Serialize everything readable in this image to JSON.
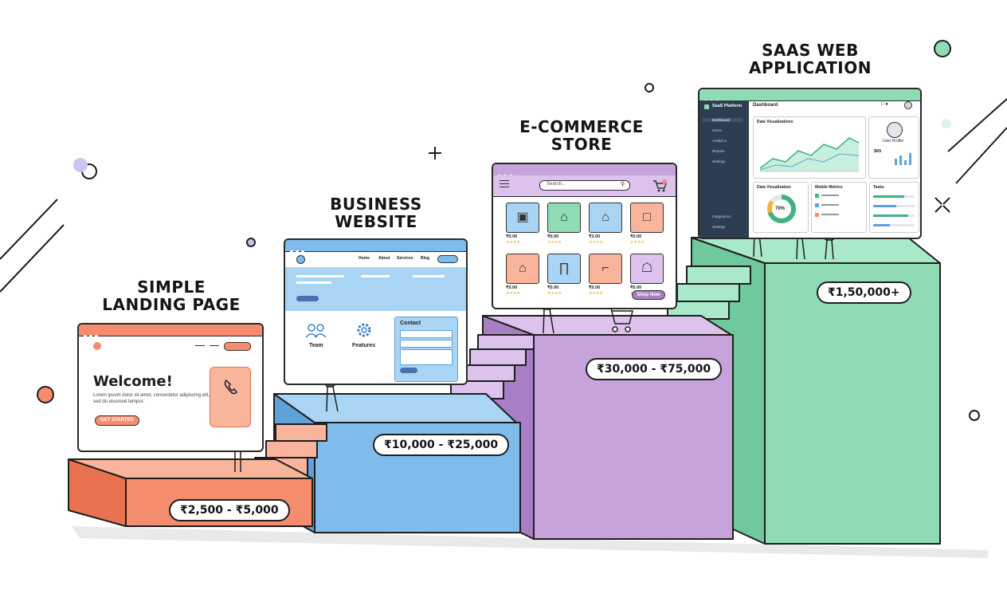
{
  "steps": [
    {
      "title_line1": "SIMPLE",
      "title_line2": "LANDING PAGE",
      "price": "₹2,500 - ₹5,000",
      "color": "#f58c6e"
    },
    {
      "title_line1": "BUSINESS",
      "title_line2": "WEBSITE",
      "price": "₹10,000 - ₹25,000",
      "color": "#7fbcec"
    },
    {
      "title_line1": "E-COMMERCE",
      "title_line2": "STORE",
      "price": "₹30,000 - ₹75,000",
      "color": "#c7a3dc"
    },
    {
      "title_line1": "SAAS WEB",
      "title_line2": "APPLICATION",
      "price": "₹1,50,000+",
      "color": "#8edbb4"
    }
  ],
  "landing": {
    "heading": "Welcome!",
    "body": "Lorem ipsum dolor sit amet, consectetur adipiscing elit, sed do eiusmod tempor.",
    "cta": "GET STARTED"
  },
  "business": {
    "nav": [
      "Home",
      "About",
      "Services",
      "Blog"
    ],
    "team": "Team",
    "features": "Features",
    "contact": "Contact"
  },
  "ecommerce": {
    "search_placeholder": "Search...",
    "prices": [
      "₹0.00",
      "₹0.00",
      "₹3.00",
      "₹0.00",
      "₹0.00",
      "₹0.00",
      "₹0.00",
      "₹0.00"
    ],
    "shop_now": "Shop Now"
  },
  "saas": {
    "brand": "SaaS Platform",
    "page_title": "Dashboard",
    "nav": [
      "Dashboard",
      "Users",
      "Analytics",
      "Reports",
      "Settings"
    ],
    "nav_bottom": [
      "Integrations",
      "Settings"
    ],
    "card1_title": "Data Visualizations",
    "card2_title": "Data Visualization",
    "card3_title": "Mobile Metrics",
    "card4_title": "Tasks",
    "donut_value": "70%",
    "profile_name": "User Profile",
    "profile_value": "$65"
  },
  "colors": {
    "orange": "#f58c6e",
    "blue": "#7fbcec",
    "purple": "#c7a3dc",
    "green": "#8edbb4",
    "sidebar": "#2d3e50"
  }
}
